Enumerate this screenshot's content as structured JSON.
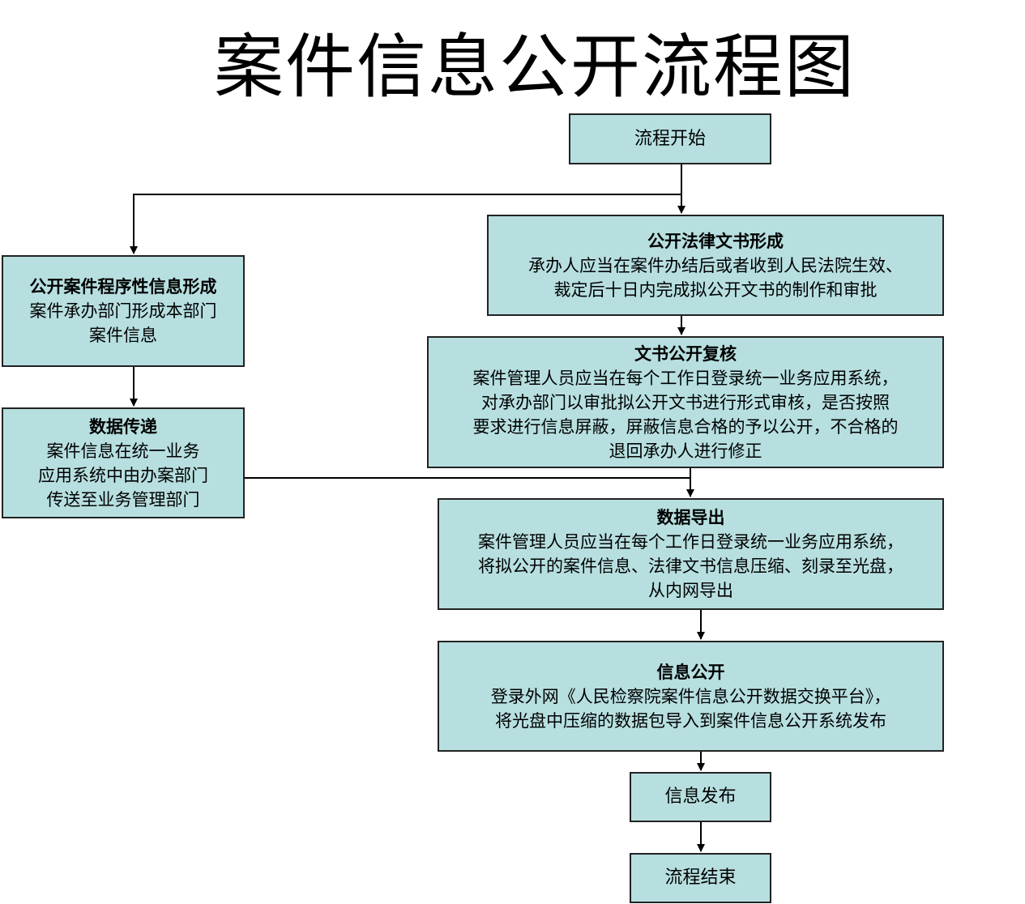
{
  "title": "案件信息公开流程图",
  "nodes": {
    "start": {
      "label": "流程开始"
    },
    "legal_doc": {
      "heading": "公开法律文书形成",
      "lines": [
        "承办人应当在案件办结后或者收到人民法院生效、",
        "裁定后十日内完成拟公开文书的制作和审批"
      ]
    },
    "procedural": {
      "heading": "公开案件程序性信息形成",
      "lines": [
        "案件承办部门形成本部门",
        "案件信息"
      ]
    },
    "review": {
      "heading": "文书公开复核",
      "lines": [
        "案件管理人员应当在每个工作日登录统一业务应用系统，",
        "对承办部门以审批拟公开文书进行形式审核，是否按照",
        "要求进行信息屏蔽，屏蔽信息合格的予以公开，不合格的",
        "退回承办人进行修正"
      ]
    },
    "transfer": {
      "heading": "数据传递",
      "lines": [
        "案件信息在统一业务",
        "应用系统中由办案部门",
        "传送至业务管理部门"
      ]
    },
    "export": {
      "heading": "数据导出",
      "lines": [
        "案件管理人员应当在每个工作日登录统一业务应用系统，",
        "将拟公开的案件信息、法律文书信息压缩、刻录至光盘，",
        "从内网导出"
      ]
    },
    "disclose": {
      "heading": "信息公开",
      "lines": [
        "登录外网《人民检察院案件信息公开数据交换平台》，",
        "将光盘中压缩的数据包导入到案件信息公开系统发布"
      ]
    },
    "publish": {
      "label": "信息发布"
    },
    "end": {
      "label": "流程结束"
    }
  },
  "colors": {
    "node_fill": "#b7dfe0",
    "node_border": "#222222",
    "connector": "#000000"
  }
}
